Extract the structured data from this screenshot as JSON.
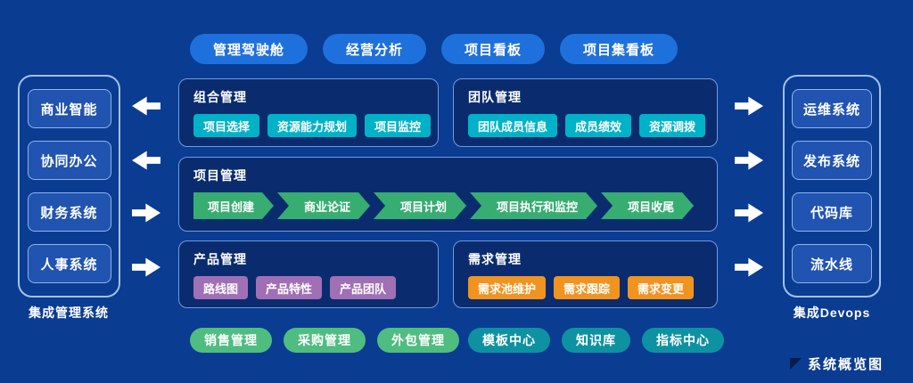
{
  "top_nav": {
    "items": [
      "管理驾驶舱",
      "经营分析",
      "项目看板",
      "项目集看板"
    ]
  },
  "left_panel": {
    "caption": "集成管理系统",
    "items": [
      "商业智能",
      "协同办公",
      "财务系统",
      "人事系统"
    ]
  },
  "right_panel": {
    "caption": "集成Devops",
    "items": [
      "运维系统",
      "发布系统",
      "代码库",
      "流水线"
    ]
  },
  "sections": {
    "portfolio": {
      "title": "组合管理",
      "buttons": [
        "项目选择",
        "资源能力规划",
        "项目监控"
      ]
    },
    "team": {
      "title": "团队管理",
      "buttons": [
        "团队成员信息",
        "成员绩效",
        "资源调拨"
      ]
    },
    "project": {
      "title": "项目管理",
      "steps": [
        "项目创建",
        "商业论证",
        "项目计划",
        "项目执行和监控",
        "项目收尾"
      ]
    },
    "product": {
      "title": "产品管理",
      "buttons": [
        "路线图",
        "产品特性",
        "产品团队"
      ]
    },
    "requirement": {
      "title": "需求管理",
      "buttons": [
        "需求池维护",
        "需求跟踪",
        "需求变更"
      ]
    }
  },
  "bottom_nav": {
    "green_items": [
      "销售管理",
      "采购管理",
      "外包管理"
    ],
    "teal_items": [
      "模板中心",
      "知识库",
      "指标中心"
    ]
  },
  "footer": {
    "label": "系统概览图"
  },
  "colors": {
    "background": "#0a3c92",
    "pill_blue": "#1e70dd",
    "sys_box": "#2153b0",
    "section_fill": "#0a2c6e",
    "cyan": "#00b2c8",
    "step_green": "#37ad72",
    "purple": "#a06fb5",
    "orange": "#f0931f",
    "pill_green": "#4fbd80",
    "pill_teal": "#0e92a2",
    "triangle": "#081d47"
  }
}
